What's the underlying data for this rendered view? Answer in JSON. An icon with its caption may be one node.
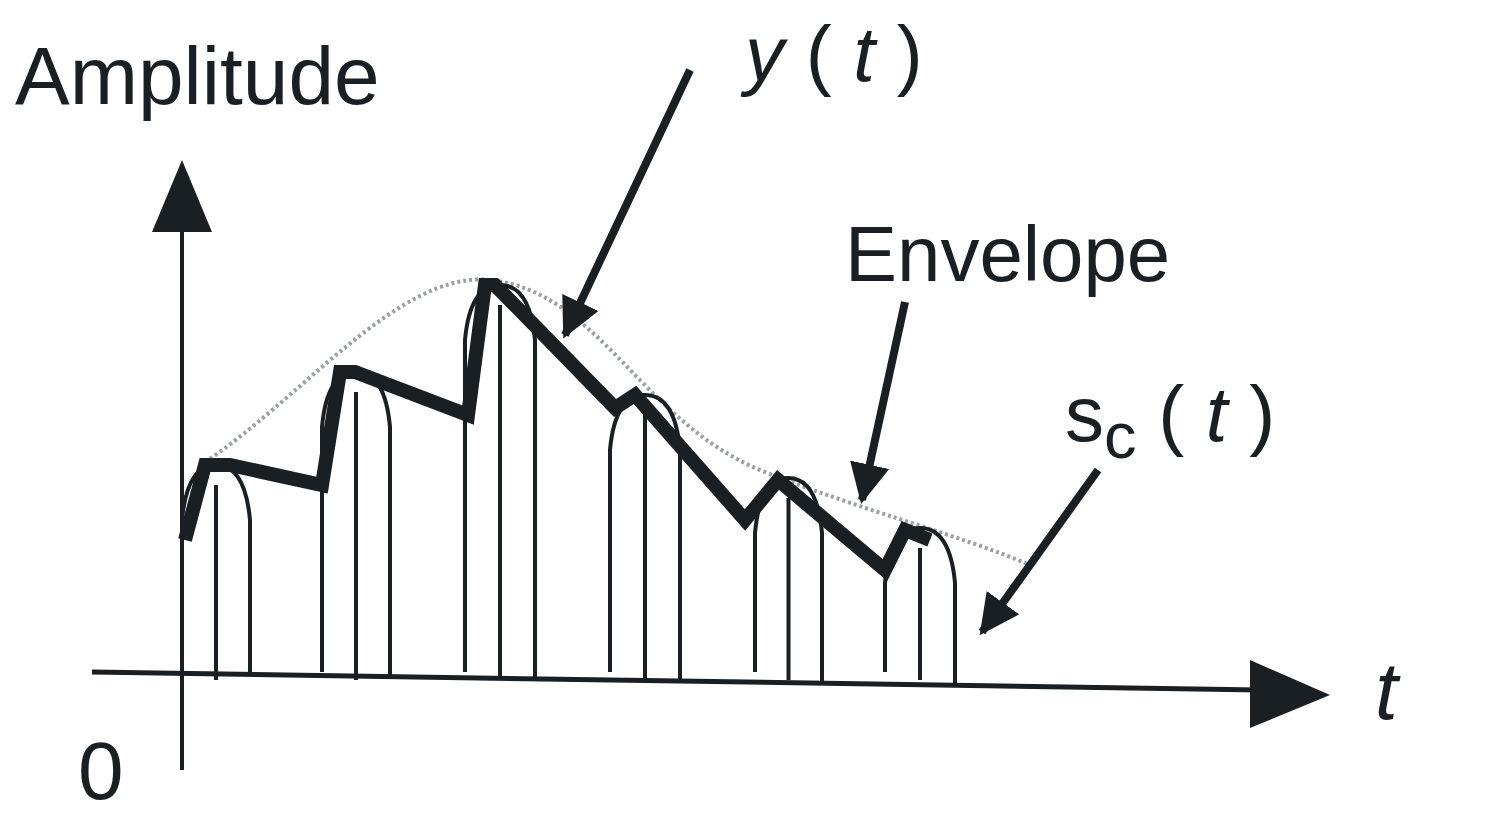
{
  "diagram": {
    "nodes": [
      {
        "text": [
          "*y* ( *t* )"
        ]
      },
      {
        "text": [
          "Envelope"
        ]
      },
      {
        "text": [
          "s$_{c}$ ( *t* )"
        ]
      }
    ],
    "edges": [
      {
        "from": 0,
        "to": null,
        "arrow": "to"
      },
      {
        "from": 1,
        "to": null,
        "arrow": "to"
      },
      {
        "from": 2,
        "to": null,
        "arrow": "to"
      }
    ],
    "labels": [
      "Amplitude",
      "t",
      "0"
    ]
  }
}
